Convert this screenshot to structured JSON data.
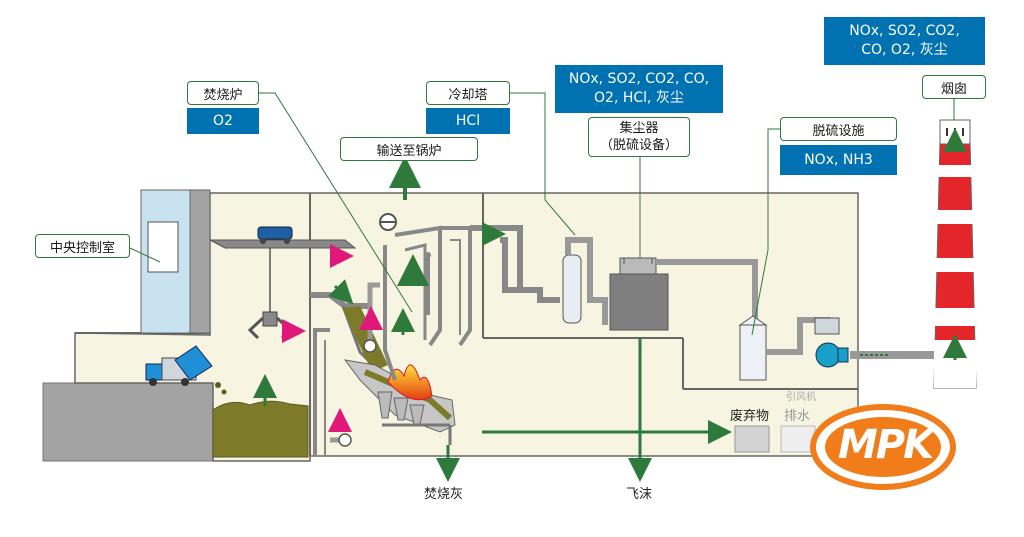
{
  "labels": {
    "incinerator": "焚烧炉",
    "incinerator_gas": "O2",
    "cooling_tower": "冷却塔",
    "cooling_tower_gas": "HCl",
    "to_boiler": "输送至锅炉",
    "dust_collector": "集尘器\n（脱硫设备）",
    "dust_collector_gas": "NOx, SO2, CO2, CO,\nO2, HCl, 灰尘",
    "desulfurization": "脱硫设施",
    "desulfurization_gas": "NOx, NH3",
    "chimney": "烟囱",
    "chimney_gas": "NOx, SO2, CO2,\nCO, O2, 灰尘",
    "control_room": "中央控制室",
    "waste": "废弃物",
    "drain": "排水",
    "fan": "引风机",
    "incineration_ash": "焚烧灰",
    "fly_ash": "飞沫"
  },
  "logo": {
    "text": "MPK",
    "color": "#f07d1a"
  },
  "colors": {
    "building_fill": "#f7f5e1",
    "pipe": "#9aa3ab",
    "arrow_green": "#2f7a3b",
    "arrow_pink": "#e0187a",
    "blue_box": "#0072b2",
    "chimney_red": "#e4262b",
    "waste_fill": "#7d7a2a"
  }
}
